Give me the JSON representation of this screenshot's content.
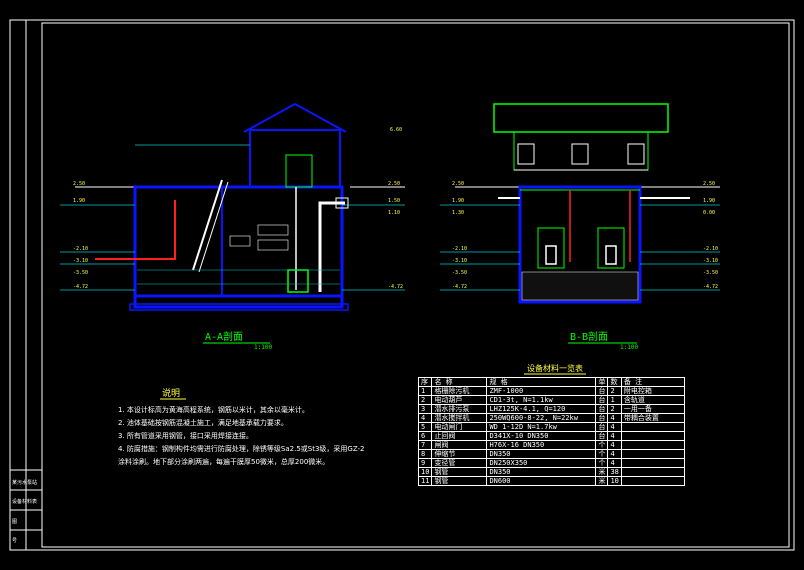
{
  "section_a": {
    "title": "A-A剖面",
    "scale": "1:100"
  },
  "section_b": {
    "title": "B-B剖面",
    "scale": "1:100"
  },
  "levels_a_left": [
    "2.50",
    "1.90",
    "-2.10",
    "-3.10",
    "-3.50",
    "-4.72"
  ],
  "levels_a_right": [
    "2.50",
    "1.50",
    "1.10",
    "-4.72"
  ],
  "levels_b_left": [
    "2.50",
    "1.90",
    "1.30",
    "-2.10",
    "-3.10",
    "-3.50",
    "-4.72"
  ],
  "levels_b_right": [
    "2.50",
    "1.90",
    "0.00",
    "-2.10",
    "-3.10",
    "-3.50",
    "-4.72"
  ],
  "roof_level": "6.60",
  "notes_title": "说明",
  "notes": [
    "1. 本设计标高为黄海高程系统，钢筋以米计，其余以毫米计。",
    "2. 池体基础按钢筋混凝土施工，满足地基承载力要求。",
    "3. 所有管道采用钢管，接口采用焊接连接。",
    "4. 防腐措施：钢制构件均需进行防腐处理，除锈等级Sa2.5或St3级，采用GZ-2",
    "   涂料涂刷。地下部分涂刷两遍，每遍干膜厚50微米，总厚200微米。"
  ],
  "table_title": "设备材料一览表",
  "table_headers": [
    "序",
    "名 称",
    "规 格",
    "单",
    "数",
    "备 注"
  ],
  "table_rows": [
    [
      "1",
      "格栅除污机",
      "ZMF-1000",
      "台",
      "2",
      "附电控箱"
    ],
    [
      "2",
      "电动葫芦",
      "CD1-3t, N=1.1kw",
      "台",
      "1",
      "含轨道"
    ],
    [
      "3",
      "潜水排污泵",
      "LHZ125K-4.1, Q=120",
      "台",
      "2",
      "一用一备"
    ],
    [
      "4",
      "潜水搅拌机",
      "250WQ600-8-22, N=22kw",
      "台",
      "4",
      "带耦合装置"
    ],
    [
      "5",
      "电动闸门",
      "WD 1-12D N=1.7kw",
      "台",
      "4",
      ""
    ],
    [
      "6",
      "止回阀",
      "D341X-10 DN350",
      "台",
      "4",
      ""
    ],
    [
      "7",
      "闸阀",
      "H76X-16 DN350",
      "个",
      "4",
      ""
    ],
    [
      "8",
      "伸缩节",
      "DN350",
      "个",
      "4",
      ""
    ],
    [
      "9",
      "变径管",
      "DN250X350",
      "个",
      "4",
      ""
    ],
    [
      "10",
      "钢管",
      "DN350",
      "米",
      "38",
      ""
    ],
    [
      "11",
      "钢管",
      "DN600",
      "米",
      "10",
      ""
    ]
  ],
  "title_block": [
    "某污水泵站",
    "设备材料表",
    "图",
    "号"
  ],
  "colors": {
    "frame": "#ffffff",
    "wall": "#0a14ff",
    "structure": "#00ff00",
    "pipe": "#ff2020",
    "dim": "#00c8c8",
    "text": "#ffffff",
    "level": "#ffff40"
  }
}
